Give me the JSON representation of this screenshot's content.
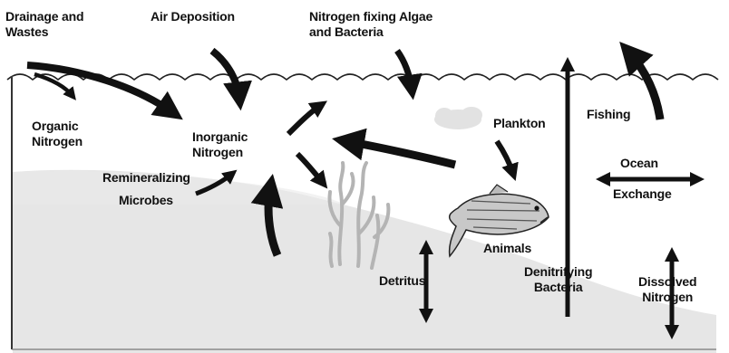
{
  "colors": {
    "ink": "#111111",
    "water": "#ffffff",
    "sediment": "#e6e6e6",
    "cloud": "#e2e2e2",
    "seaweed": "#b4b4b4",
    "fish": "#c8c8c8"
  },
  "labels": {
    "drainage": "Drainage and\nWastes",
    "air_deposition": "Air Deposition",
    "nitrogen_fixing": "Nitrogen fixing Algae\nand Bacteria",
    "organic_nitrogen": "Organic\nNitrogen",
    "inorganic_nitrogen": "Inorganic\nNitrogen",
    "plankton": "Plankton",
    "fishing": "Fishing",
    "remineralizing": "Remineralizing",
    "microbes": "Microbes",
    "ocean": "Ocean",
    "exchange": "Exchange",
    "animals": "Animals",
    "detritus": "Detritus",
    "denitrifying": "Denitrifying\nBacteria",
    "dissolved": "Dissolved\nNitrogen"
  },
  "icons": {
    "fish": "fish-icon",
    "seaweed": "seaweed-icon",
    "cloud": "plankton-cloud-icon"
  }
}
